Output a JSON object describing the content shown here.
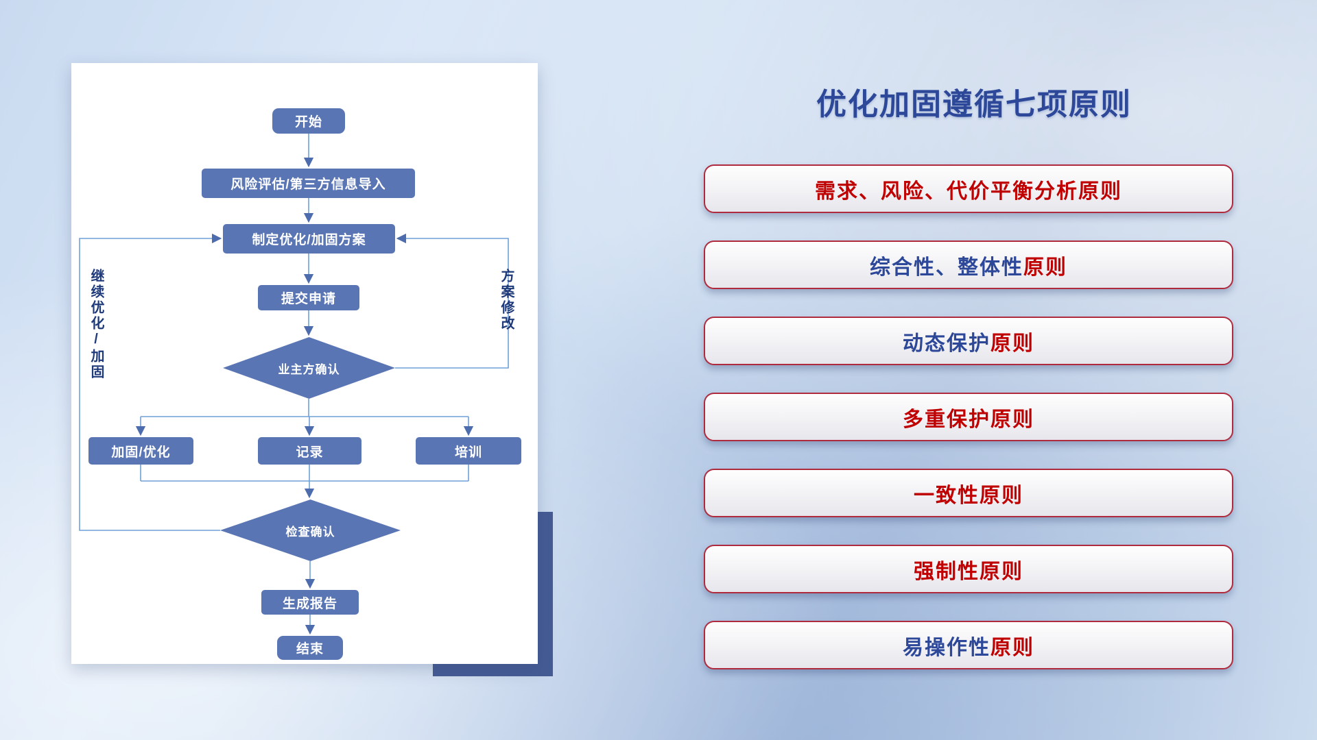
{
  "slide": {
    "title": "优化加固遵循七项原则"
  },
  "flowchart": {
    "nodes": {
      "start": "开始",
      "risk": "风险评估/第三方信息导入",
      "plan": "制定优化/加固方案",
      "submit": "提交申请",
      "confirm": "业主方确认",
      "harden": "加固/优化",
      "record": "记录",
      "training": "培训",
      "check": "检查确认",
      "report": "生成报告",
      "end": "结束"
    },
    "loop_labels": {
      "left": "继续优化/加固",
      "right": "方案修改"
    }
  },
  "principles": [
    {
      "segments": [
        {
          "text": "需求、风险、代价平衡分析原则",
          "color": "#c00000"
        }
      ]
    },
    {
      "segments": [
        {
          "text": "综合性、整体性",
          "color": "#2d4899"
        },
        {
          "text": "原则",
          "color": "#c00000"
        }
      ]
    },
    {
      "segments": [
        {
          "text": "动态保护",
          "color": "#2d4899"
        },
        {
          "text": "原则",
          "color": "#c00000"
        }
      ]
    },
    {
      "segments": [
        {
          "text": "多重保护原则",
          "color": "#c00000"
        }
      ]
    },
    {
      "segments": [
        {
          "text": "一致性原则",
          "color": "#c00000"
        }
      ]
    },
    {
      "segments": [
        {
          "text": "强制性原则",
          "color": "#c00000"
        }
      ]
    },
    {
      "segments": [
        {
          "text": "易操作性",
          "color": "#2d4899"
        },
        {
          "text": "原则",
          "color": "#c00000"
        }
      ]
    }
  ],
  "colors": {
    "accent_blue": "#2d4899",
    "accent_red": "#c00000",
    "node_fill": "#5a75b4",
    "line": "#6fa0d8"
  }
}
